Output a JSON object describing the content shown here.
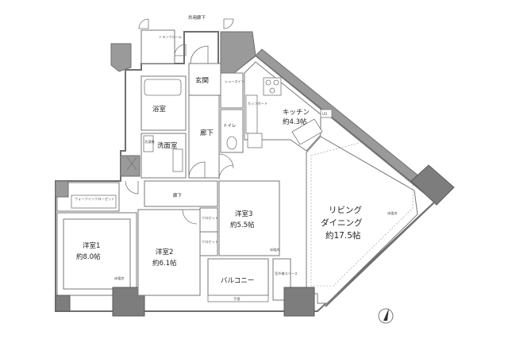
{
  "labels": {
    "corridor_common": "共用廊下",
    "trunk_room": "トランクルーム",
    "entrance": "玄関",
    "bath": "浴室",
    "washroom": "洗面室",
    "hallway_upper": "廊下",
    "hallway_lower": "廊下",
    "shoes_closet": "シューズインクローゼット",
    "kitchen": "キッチン",
    "kitchen_size": "約4.3帖",
    "cupboard": "カップボード",
    "toilet": "トイレ",
    "walk_in_closet": "ウォークインクローゼット",
    "bedroom3": "洋室3",
    "bedroom3_size": "約5.5帖",
    "bedroom1": "洋室1",
    "bedroom1_size": "約8.0帖",
    "bedroom2": "洋室2",
    "bedroom2_size": "約6.1帖",
    "closet_a": "クロゼット",
    "closet_b": "クロゼット",
    "living": "リビング",
    "dining": "ダイニング",
    "living_size": "約17.5帖",
    "balcony": "バルコニー",
    "outdoor_unit_space": "室外機スペース",
    "handrail": "手摺",
    "floor_heating_1": "床暖房",
    "floor_heating_2": "床暖房",
    "floor_heating_3": "床暖房",
    "wash_machine": "洗濯機",
    "ud": "UD"
  },
  "icons": {
    "compass": "north-arrow-icon",
    "stove": "gas-stove-icon",
    "toilet": "toilet-icon",
    "bathtub": "bathtub-icon"
  }
}
